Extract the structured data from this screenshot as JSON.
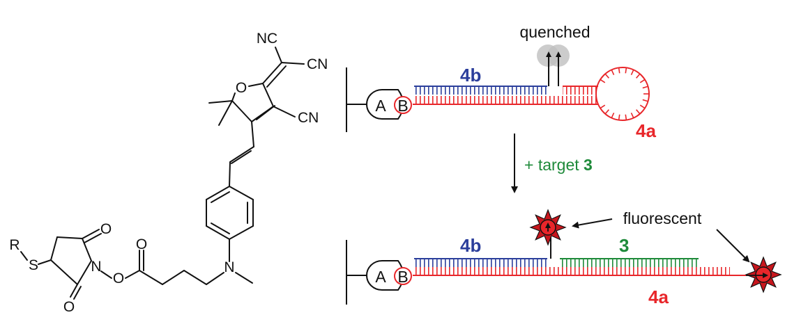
{
  "molecule": {
    "atoms": {
      "nc_top": "NC",
      "cn_right": "CN",
      "cn_lower": "CN",
      "oxygen_furan": "O",
      "r_group": "R",
      "sulfur": "S",
      "o_top": "O",
      "o_bottom": "O",
      "nitrogen_imide": "N",
      "o_ester_single": "O",
      "o_carbonyl": "O",
      "nitrogen_amine": "N"
    }
  },
  "scheme": {
    "quenched_label": "quenched",
    "fluorescent_label": "fluorescent",
    "label_A": "A",
    "label_B": "B",
    "strand_4b": "4b",
    "strand_4a": "4a",
    "strand_3": "3",
    "arrow_prefix": "+ target ",
    "arrow_number": "3",
    "colors": {
      "blue": "#2b3e9b",
      "red": "#e8262a",
      "green": "#1e8a3a",
      "star": "#c8161d"
    }
  }
}
